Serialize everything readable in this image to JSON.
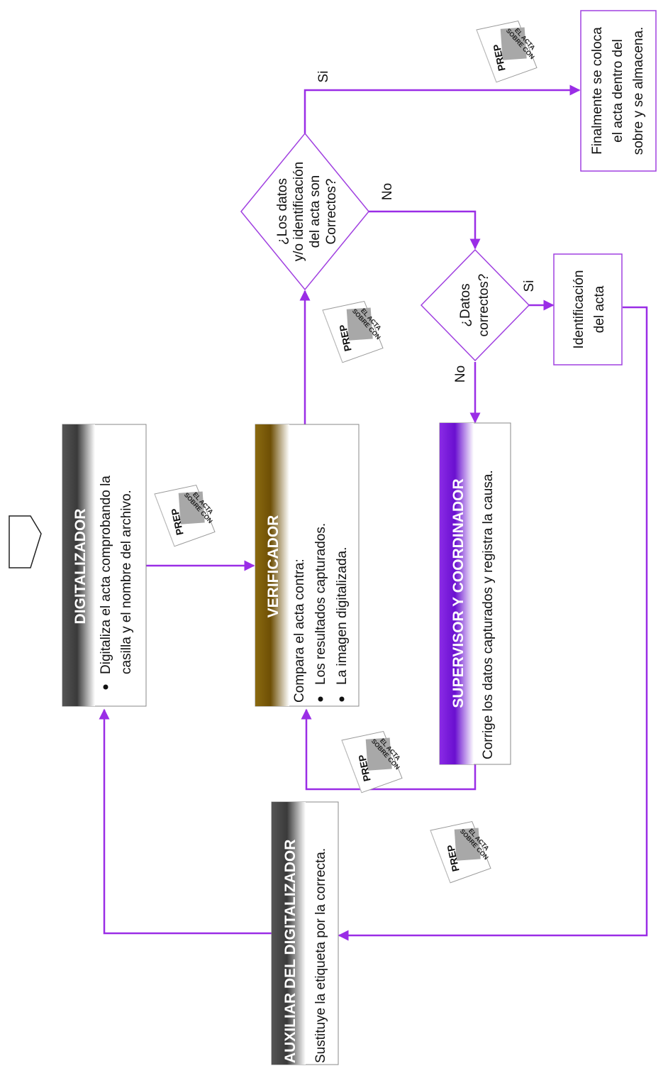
{
  "roles": {
    "digitalizador": {
      "title": "DIGITALIZADOR",
      "bullets": [
        "Digitaliza el acta comprobando la",
        "casilla y el nombre del archivo."
      ]
    },
    "verificador": {
      "title": "VERIFICADOR",
      "lines": [
        "Compara el acta contra:",
        "Los resultados capturados.",
        "La imagen digitalizada."
      ]
    },
    "supervisor": {
      "title": "SUPERVISOR Y COORDINADOR",
      "lines": [
        "Corrige los datos capturados y registra la causa."
      ]
    },
    "auxiliar": {
      "title": "AUXILIAR DEL DIGITALIZADOR",
      "lines": [
        "Sustituye la etiqueta por la correcta."
      ]
    }
  },
  "decisions": {
    "datos_identificacion": [
      "¿Los datos",
      "y/o identificación",
      "del acta son",
      "Correctos?"
    ],
    "datos_correctos": [
      "¿Datos",
      "correctos?"
    ]
  },
  "boxes": {
    "final": [
      "Finalmente se coloca",
      "el acta dentro del",
      "sobre y se almacena."
    ],
    "identificacion": [
      "Identificación",
      "del acta"
    ]
  },
  "branch_labels": {
    "si_top": "Si",
    "no_top": "No",
    "si_mid": "Si",
    "no_mid": "No"
  },
  "envelope": {
    "label": "PREP",
    "stamp_line1": "SOBRE CON",
    "stamp_line2": "EL ACTA"
  },
  "colors": {
    "arrow": "#9a2de6",
    "diamond_stroke": "#a040e0",
    "gray_band": "#4a4a4a",
    "gold_band": "#7d5a06",
    "purple_band": "#7a18d8"
  }
}
